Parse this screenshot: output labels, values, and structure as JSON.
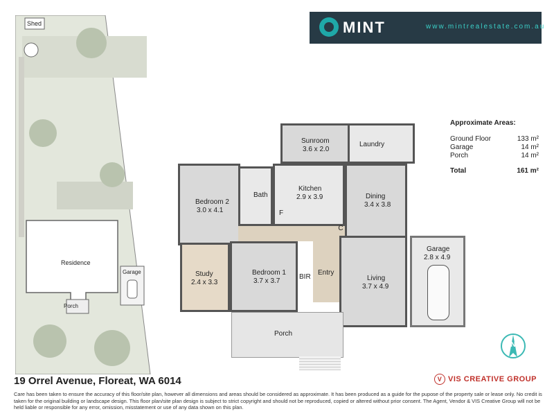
{
  "brand": {
    "name": "MINT",
    "url": "www.mintrealestate.com.au"
  },
  "site_plan": {
    "shed": "Shed",
    "residence": "Residence",
    "garage": "Garage",
    "porch": "Porch"
  },
  "rooms": {
    "sunroom": {
      "name": "Sunroom",
      "dims": "3.6 x 2.0"
    },
    "laundry": {
      "name": "Laundry"
    },
    "bedroom2": {
      "name": "Bedroom 2",
      "dims": "3.0 x 4.1"
    },
    "bath": {
      "name": "Bath"
    },
    "kitchen": {
      "name": "Kitchen",
      "dims": "2.9 x 3.9"
    },
    "dining": {
      "name": "Dining",
      "dims": "3.4 x 3.8"
    },
    "fridge": {
      "name": "F"
    },
    "cupboard": {
      "name": "C"
    },
    "study": {
      "name": "Study",
      "dims": "2.4 x 3.3"
    },
    "bedroom1": {
      "name": "Bedroom 1",
      "dims": "3.7 x 3.7"
    },
    "bir": {
      "name": "BIR"
    },
    "entry": {
      "name": "Entry"
    },
    "living": {
      "name": "Living",
      "dims": "3.7 x 4.9"
    },
    "garage": {
      "name": "Garage",
      "dims": "2.8 x 4.9"
    },
    "porch": {
      "name": "Porch"
    }
  },
  "areas": {
    "title": "Approximate Areas:",
    "rows": [
      {
        "label": "Ground Floor",
        "value": "133 m²"
      },
      {
        "label": "Garage",
        "value": "14 m²"
      },
      {
        "label": "Porch",
        "value": "14 m²"
      }
    ],
    "total": {
      "label": "Total",
      "value": "161 m²"
    }
  },
  "footer": {
    "address": "19 Orrel Avenue, Floreat, WA 6014",
    "disclaimer": "Care has been taken to ensure the accuracy of this floor/site plan, however all dimensions and areas should be considered as approximate. It has been produced as a guide for the pupose of the property sale or lease only. No credit is taken for the original building or landscape design. This floor plan/site plan design is subject to strict copyright and should not be reproduced, copied or altered without prior consent. The Agent, Vendor & VIS Creative Group will not be held liable or responsible for any error, omission, misstatement or use of any data shown on this plan.",
    "vis": "VIS CREATIVE GROUP"
  },
  "colors": {
    "brand_bg": "#273a45",
    "brand_accent": "#3bd0c8",
    "vis_red": "#c0312b",
    "compass_teal": "#3bb9b4"
  }
}
